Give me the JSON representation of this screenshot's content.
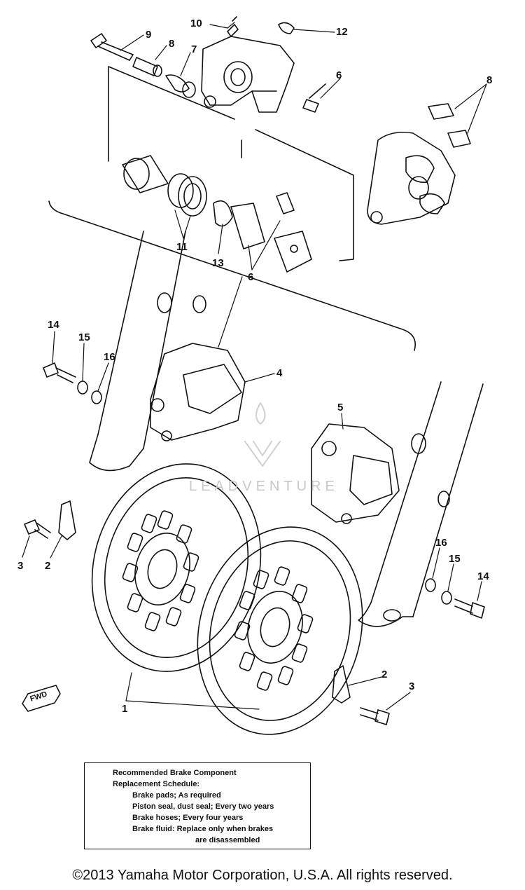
{
  "callouts": [
    {
      "id": "c9",
      "text": "9"
    },
    {
      "id": "c8a",
      "text": "8"
    },
    {
      "id": "c7",
      "text": "7"
    },
    {
      "id": "c10",
      "text": "10"
    },
    {
      "id": "c12",
      "text": "12"
    },
    {
      "id": "c6a",
      "text": "6"
    },
    {
      "id": "c8b",
      "text": "8"
    },
    {
      "id": "c11",
      "text": "11"
    },
    {
      "id": "c13",
      "text": "13"
    },
    {
      "id": "c6b",
      "text": "6"
    },
    {
      "id": "c14a",
      "text": "14"
    },
    {
      "id": "c15a",
      "text": "15"
    },
    {
      "id": "c16a",
      "text": "16"
    },
    {
      "id": "c4",
      "text": "4"
    },
    {
      "id": "c5",
      "text": "5"
    },
    {
      "id": "c3a",
      "text": "3"
    },
    {
      "id": "c2a",
      "text": "2"
    },
    {
      "id": "c16b",
      "text": "16"
    },
    {
      "id": "c15b",
      "text": "15"
    },
    {
      "id": "c14b",
      "text": "14"
    },
    {
      "id": "c2b",
      "text": "2"
    },
    {
      "id": "c3b",
      "text": "3"
    },
    {
      "id": "c1",
      "text": "1"
    }
  ],
  "fwd_label": "FWD",
  "watermark": "LEADVENTURE",
  "schedule": {
    "title_line1": "Recommended Brake Component",
    "title_line2": "Replacement Schedule:",
    "items": [
      "Brake pads; As required",
      "Piston seal, dust seal; Every two years",
      "Brake hoses; Every four years",
      "Brake fluid: Replace only when brakes"
    ],
    "continuation": "are disassembled"
  },
  "copyright": "©2013 Yamaha Motor Corporation, U.S.A. All rights reserved.",
  "colors": {
    "ink": "#111111",
    "background": "#ffffff",
    "watermark": "#c8c8c8"
  }
}
